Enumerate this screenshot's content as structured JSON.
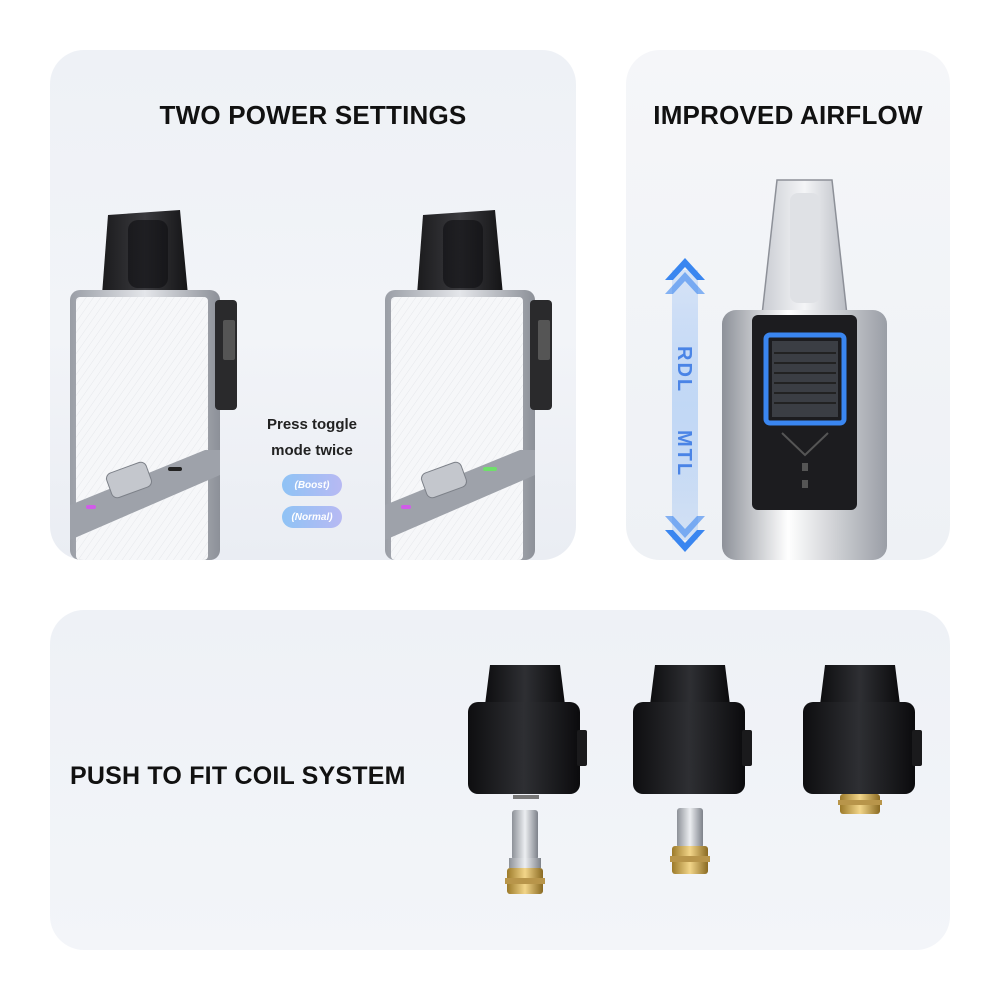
{
  "panels": {
    "power": {
      "title": "TWO POWER SETTINGS",
      "instruction_line1": "Press toggle",
      "instruction_line2": "mode twice",
      "modes": [
        "(Boost)",
        "(Normal)"
      ]
    },
    "airflow": {
      "title": "IMPROVED AIRFLOW",
      "label_top": "RDL",
      "label_bottom": "MTL"
    },
    "coil": {
      "title": "PUSH TO FIT COIL SYSTEM"
    }
  },
  "colors": {
    "indicator_boost": "#d05ce8",
    "indicator_normal": "#6fe06a",
    "accent_blue": "#3a86f0"
  }
}
